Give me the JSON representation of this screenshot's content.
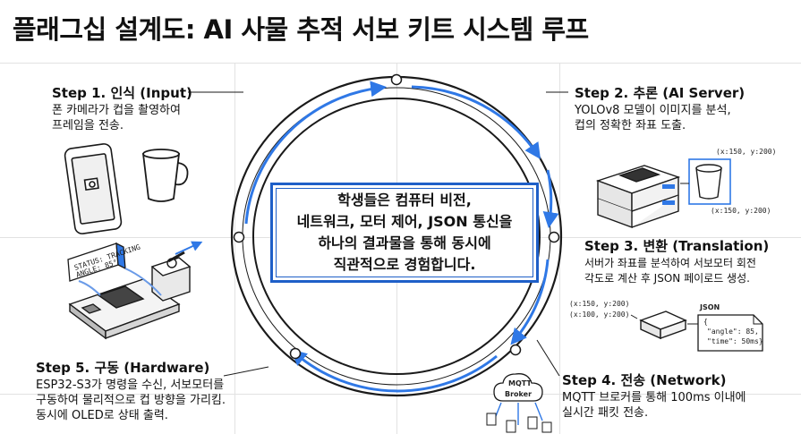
{
  "title": "플래그십 설계도: AI 사물 추적 서보 키트 시스템 루프",
  "center": {
    "lines": [
      "학생들은 컴퓨터 비전,",
      "네트워크, 모터 제어, JSON 통신을",
      "하나의 결과물을 통해 동시에",
      "직관적으로 경험합니다."
    ]
  },
  "steps": [
    {
      "title": "Step 1. 인식 (Input)",
      "lines": [
        "폰 카메라가 컵을 촬영하여",
        "프레임을 전송."
      ]
    },
    {
      "title": "Step 2. 추론 (AI Server)",
      "lines": [
        "YOLOv8 모델이 이미지를 분석,",
        "컵의 정확한 좌표 도출."
      ]
    },
    {
      "title": "Step 3. 변환 (Translation)",
      "lines": [
        "서버가 좌표를 분석하여 서보모터 회전",
        "각도로 계산 후 JSON 페이로드 생성."
      ]
    },
    {
      "title": "Step 4. 전송 (Network)",
      "lines": [
        "MQTT 브로커를 통해 100ms 이내에",
        "실시간 패킷 전송."
      ]
    },
    {
      "title": "Step 5. 구동 (Hardware)",
      "lines": [
        "ESP32-S3가 명령을 수신, 서보모터를",
        "구동하여 물리적으로 컵 방향을 가리킴.",
        "동시에 OLED로 상태 출력."
      ]
    }
  ],
  "labels": {
    "coord_top": "(x:150, y:200)",
    "coord_bottom": "(x:150, y:200)",
    "coord_in_1": "(x:150, y:200)",
    "coord_in_2": "(x:100, y:200)",
    "json_title": "JSON",
    "json_open": "{",
    "json_angle": "\"angle\": 85,",
    "json_time": "\"time\": 50ms}",
    "mqtt_line1": "MQTT",
    "mqtt_line2": "Broker",
    "status_line1": "STATUS: TRACKING",
    "status_line2": "ANGLE: 85°"
  },
  "colors": {
    "accent": "#1e5fc8",
    "arrow": "#2f78e6",
    "ink": "#1a1a1a"
  }
}
